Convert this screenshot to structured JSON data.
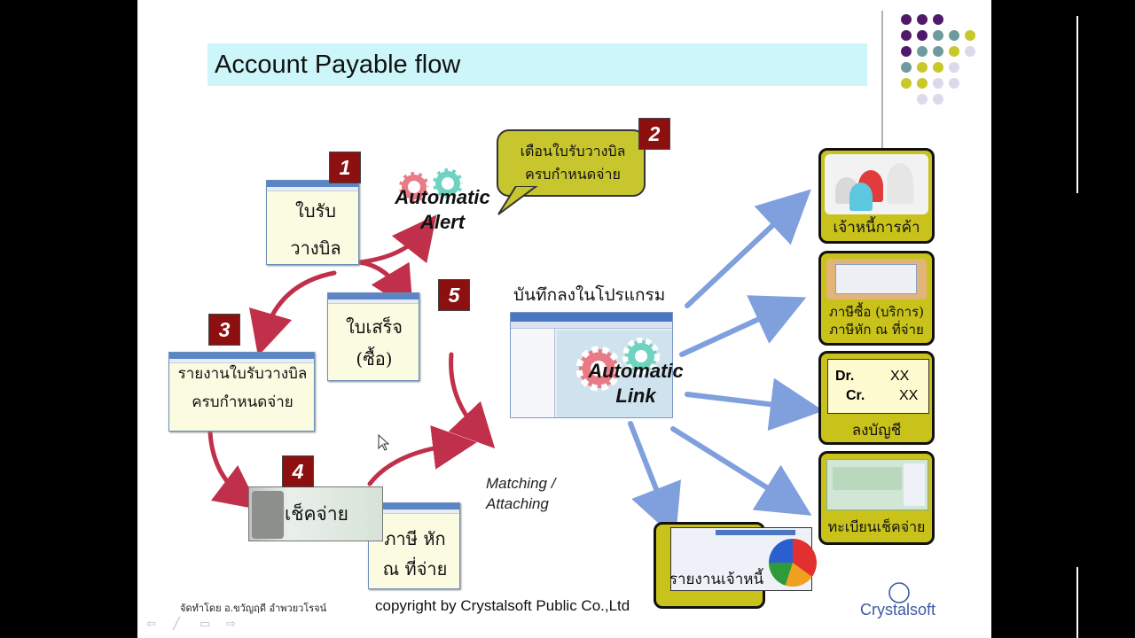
{
  "slide": {
    "title": "Account Payable flow"
  },
  "steps": {
    "n1": "1",
    "n2": "2",
    "n3": "3",
    "n4": "4",
    "n5": "5"
  },
  "docs": {
    "invoice_receipt": [
      "ใบรับ",
      "วางบิล"
    ],
    "receipt_purchase": [
      "ใบเสร็จ",
      "(ซื้อ)"
    ],
    "report_due": [
      "รายงานใบรับวางบิล",
      "ครบกำหนดจ่าย"
    ],
    "cheque": "เช็คจ่าย",
    "withholding": [
      "ภาษี หัก",
      "ณ ที่จ่าย"
    ]
  },
  "alert_bubble": [
    "เตือนใบรับวางบิล",
    "ครบกำหนดจ่าย"
  ],
  "automatic_alert": [
    "Automatic",
    "Alert"
  ],
  "automatic_link": [
    "Automatic",
    "Link"
  ],
  "record_label": "บันทึกลงในโปรแกรม",
  "matching": [
    "Matching /",
    "Attaching"
  ],
  "outputs": {
    "creditor": "เจ้าหนี้การค้า",
    "tax": [
      "ภาษีซื้อ (บริการ)",
      "ภาษีหัก ณ ที่จ่าย"
    ],
    "journal_dr": "Dr.",
    "journal_dr_val": "XX",
    "journal_cr": "Cr.",
    "journal_cr_val": "XX",
    "ledger": "ลงบัญชี",
    "cheque_register": "ทะเบียนเช็คจ่าย",
    "creditor_report": "รายงานเจ้าหนี้"
  },
  "footer": {
    "credit": "จัดทำโดย อ.ขวัญฤดี อำพวยวโรจน์",
    "copyright": "copyright by Crystalsoft Public Co.,Ltd",
    "logo": "Crystalsoft"
  },
  "colors": {
    "title_bg": "#ccf6f9",
    "panel_yellow": "#c8c21a",
    "step_red": "#8c1010",
    "arrow_red": "#c0304a",
    "arrow_blue": "#7f9fdd",
    "dot_purple": "#4f1a6b",
    "dot_teal": "#6f9b9f",
    "dot_yellow": "#c7c82a",
    "dot_lavender": "#dcdaea"
  }
}
